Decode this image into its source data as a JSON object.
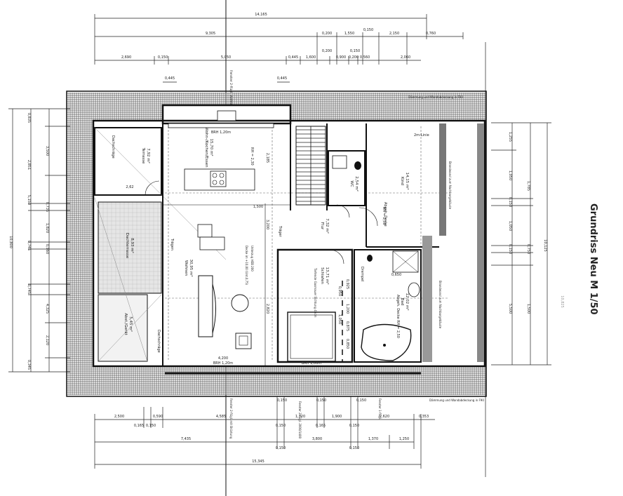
{
  "title": "Grundriss Neu  M 1/50",
  "dims_top_row1": [
    "14,165"
  ],
  "dims_top_row2": [
    "9,305",
    "0,200",
    "1,550",
    "0,150",
    "2,150",
    "0,760"
  ],
  "dims_top_row3": [
    "2,690",
    "0,150",
    "5,050",
    "0,445",
    "1,600",
    "0,900",
    "0,200",
    "0,560",
    "2,060"
  ],
  "dims_top_row3b": [
    "0,200",
    "0,150"
  ],
  "dims_top_small": [
    "0,445",
    "0,445"
  ],
  "window_top": "Fenster 2-flügl. Wohnküche mit Brüstung",
  "dims_bottom_row1": [
    "2,500",
    "0,590",
    "4,585",
    "1,720",
    "1,900",
    "2,620",
    "0,353"
  ],
  "dims_bottom_row1b": [
    "0,150",
    "0,150",
    "0,150"
  ],
  "dims_bottom_row2": [
    "0,165",
    "0,150",
    "0,150",
    "0,165",
    "0,150"
  ],
  "dims_bottom_row3": [
    "7,435",
    "3,800",
    "1,370",
    "1,250"
  ],
  "dims_bottom_row3b": [
    "0,150",
    "0,150"
  ],
  "dims_bottom_row4": [
    "15,345"
  ],
  "window_bottom": [
    "Fenster 2-flügl. mit Brüstung",
    "Fenster 2-flügl. 2000/1400",
    "Fenster 1-flügl."
  ],
  "dims_left": [
    "0,835",
    "3,500",
    "2,851",
    "0,735",
    "5,150",
    "1,820",
    "0,745",
    "0,960",
    "0,745",
    "4,325",
    "2,120",
    "0,345"
  ],
  "dims_left_outer": [
    "10,800"
  ],
  "dims_right": [
    "1,255",
    "1,050",
    "0,150",
    "1,050",
    "0,750",
    "0,150",
    "1,500",
    "5,500",
    "1,785"
  ],
  "dims_right_outer": [
    "10,125",
    "10,825"
  ],
  "dims_inner": [
    "4,200",
    "2,185",
    "2,820",
    "3,200",
    "0,925",
    "1,200",
    "0,875",
    "0,850",
    "0,950",
    "1,050",
    "0,650",
    "1,500"
  ],
  "notes": [
    "Dämmung und Wandabdeckung in F90",
    "Dämmung und Wandabdeckung in F90",
    "BRH 1,20m",
    "BRH 1,20m",
    "BRH 1,00m",
    "2,62"
  ],
  "labels_misc": [
    "Dachschräge",
    "Dachschräge",
    "Trägen",
    "Träger",
    "Drempel",
    "2m-Linie",
    "Brandwand zum Nachbargebäude",
    "Abgeh. Decke",
    "Unterzug HEB 200"
  ],
  "rooms": [
    {
      "name": "Terrasse",
      "area": "7,92 m²"
    },
    {
      "name": "Wohn-/Kochen/Essen",
      "area": "15,70 m²"
    },
    {
      "name": "WC",
      "area": "2,54 m²"
    },
    {
      "name": "Kind",
      "area": "14,15 m²"
    },
    {
      "name": "Dachterrasse",
      "area": "8,93 m²"
    },
    {
      "name": "Flur",
      "area": "7,32 m²"
    },
    {
      "name": "Wohnen",
      "area": "30,95 m²"
    },
    {
      "name": "Schlafen",
      "area": "13,71 m²"
    },
    {
      "name": "Bad",
      "area": "12,02 m²"
    },
    {
      "name": "Abst./Gerät",
      "area": "5,45 m²"
    }
  ],
  "room_notes": [
    "RH = 2,30",
    "RH = 2,50",
    "Abgeh. Decke RH = 2,50",
    "Decke im +10,00 (Unt.0,75)",
    "Tiefende Gasmauer Sichtung 45cm"
  ]
}
